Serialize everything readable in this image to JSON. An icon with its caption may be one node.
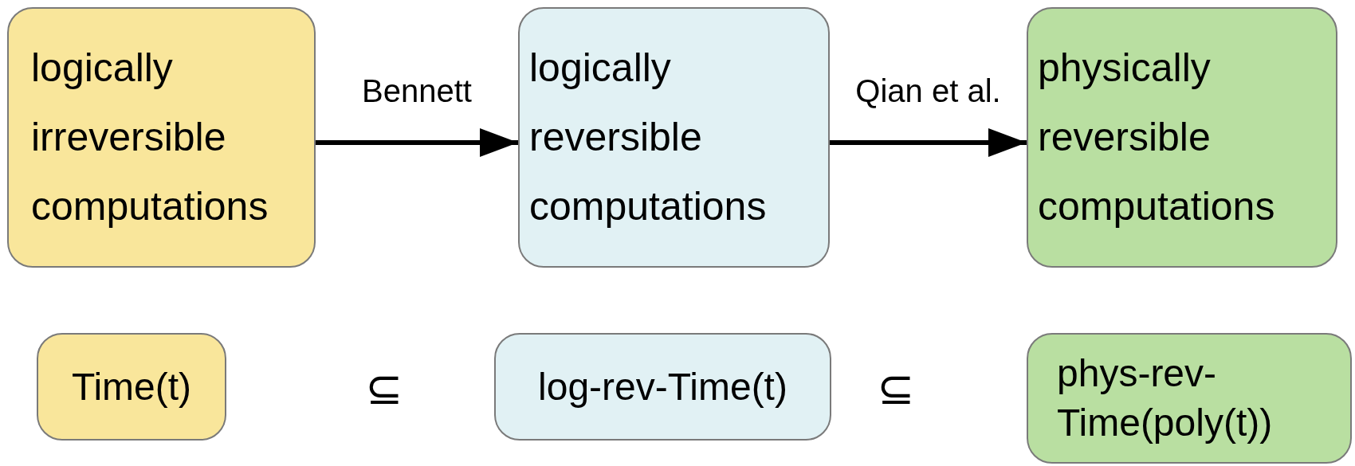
{
  "diagram": {
    "nodes": [
      {
        "text": [
          "logically irreversible computations"
        ]
      },
      {
        "text": [
          "logically reversible computations"
        ]
      },
      {
        "text": [
          "physically reversible computations"
        ]
      },
      {
        "text": [
          "Time(t)"
        ]
      },
      {
        "text": [
          "log-rev-Time(t)"
        ]
      },
      {
        "text": [
          "phys-rev-Time(poly(t))"
        ]
      }
    ],
    "edges": [
      {
        "from": 0,
        "to": 1,
        "arrow": "to",
        "label": "Bennett"
      },
      {
        "from": 1,
        "to": 2,
        "arrow": "to",
        "label": "Qian et al."
      }
    ],
    "labels": [
      "⊆",
      "⊆"
    ]
  }
}
